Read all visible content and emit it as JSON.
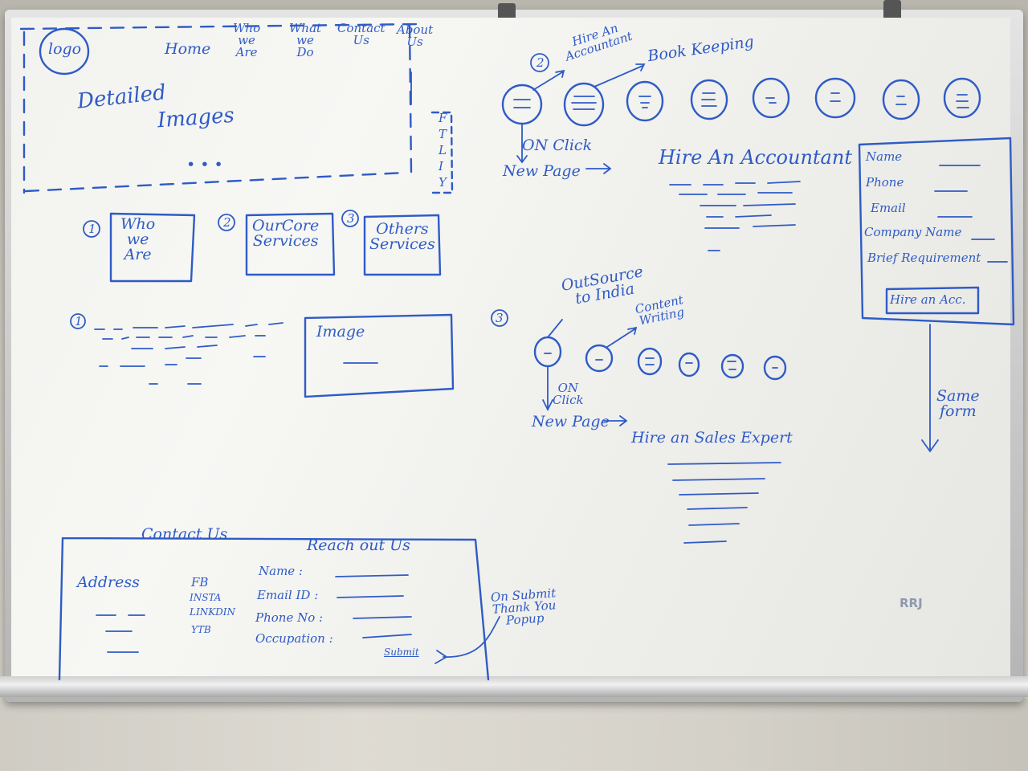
{
  "whiteboard": {
    "nav": {
      "logo": "logo",
      "home": "Home",
      "who_we_are": "Who\nwe\nAre",
      "what_we_do": "What\nwe\nDo",
      "contact_us": "Contact\nUs",
      "about_us": "About\nUs"
    },
    "hero": {
      "title_line1": "Detailed",
      "title_line2": "Images",
      "dots": "• • •"
    },
    "social_sidebar": [
      "F",
      "T",
      "L",
      "I",
      "Y"
    ],
    "sections": [
      {
        "number": "1",
        "label": "Who\nwe\nAre"
      },
      {
        "number": "2",
        "label": "OurCore\nServices"
      },
      {
        "number": "3",
        "label": "Others\nServices"
      }
    ],
    "section1_detail": {
      "number": "1",
      "image_label": "Image"
    },
    "core_services": {
      "number": "2",
      "hire_label": "Hire An\nAccountant",
      "bookkeeping_label": "Book Keeping",
      "on_click": "ON Click",
      "new_page": "New Page",
      "page_title": "Hire An Accountant"
    },
    "form": {
      "fields": [
        "Name",
        "Phone",
        "Email",
        "Company Name",
        "Brief Requirement"
      ],
      "button": "Hire an Acc.",
      "same_form": "Same\nform"
    },
    "other_services": {
      "number": "3",
      "outsource_label": "OutSource\nto India",
      "content_label": "Content\nWriting",
      "on_click": "ON\nClick",
      "new_page": "New Page",
      "page_title": "Hire an Sales Expert"
    },
    "contact": {
      "title": "Contact Us",
      "reach_out": "Reach out Us",
      "address": "Address",
      "social": [
        "FB",
        "INSTA",
        "LINKDIN",
        "YTB"
      ],
      "fields": [
        "Name :",
        "Email ID :",
        "Phone No :",
        "Occupation :"
      ],
      "submit": "Submit",
      "on_submit": "On Submit\nThank You\nPopup"
    },
    "signature": "RRJ"
  },
  "colors": {
    "marker": "#2f5bc6",
    "board": "#f4f4f1",
    "frame": "#c8c8c8",
    "wall": "#c9c6bd"
  }
}
